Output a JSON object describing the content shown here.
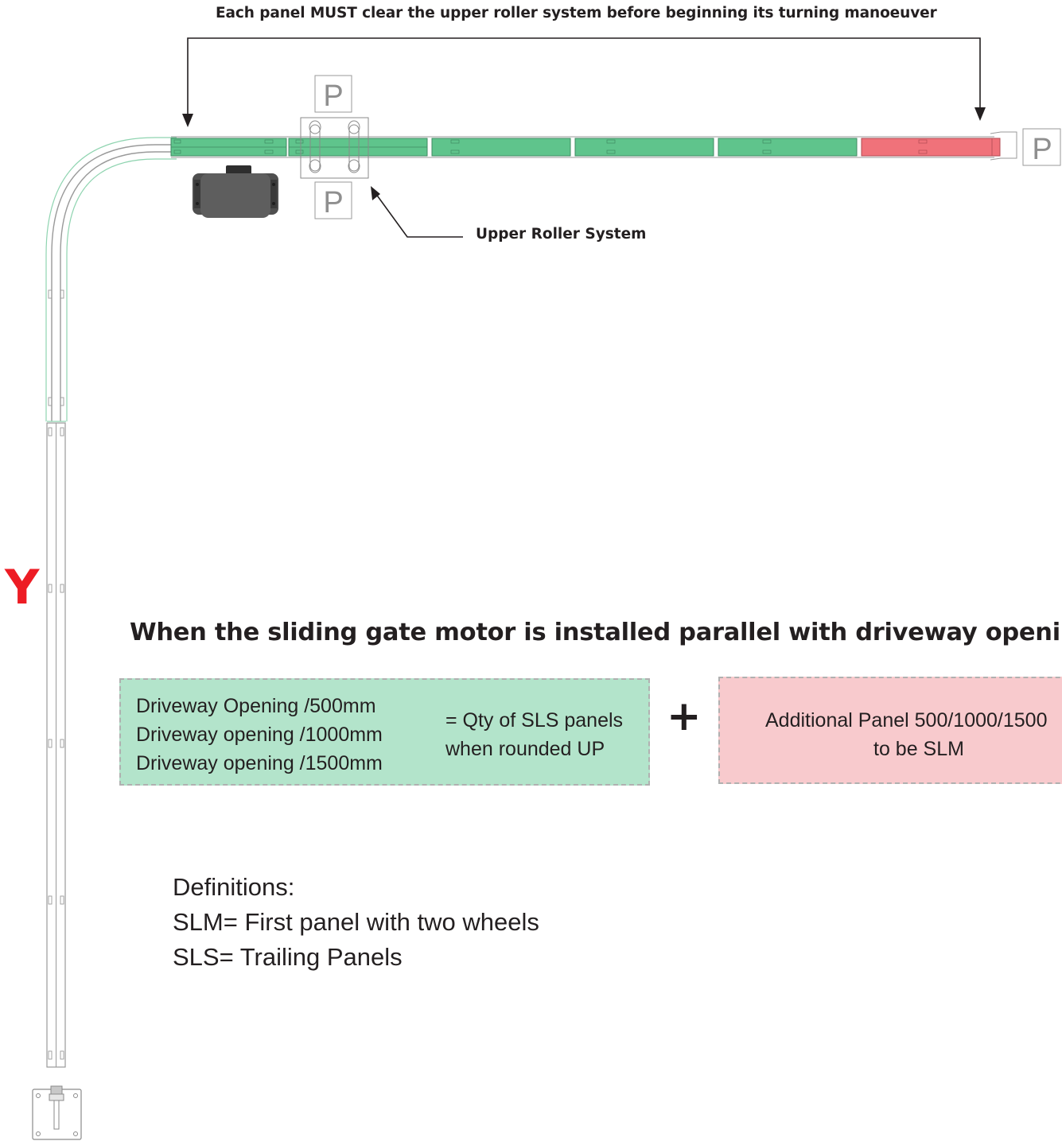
{
  "top_caption": "Each panel MUST clear the upper roller system before beginning its turning manoeuver",
  "roller_label": "Upper Roller System",
  "p_label": "P",
  "y_label": "Y",
  "heading": "When the sliding gate motor is installed parallel with driveway opening",
  "formula": {
    "left_lines": [
      "Driveway Opening /500mm",
      "Driveway opening /1000mm",
      "Driveway opening /1500mm"
    ],
    "result_lines": [
      "= Qty of SLS panels",
      "when rounded UP"
    ],
    "plus": "+",
    "additional_lines": [
      "Additional Panel 500/1000/1500",
      "to be SLM"
    ]
  },
  "definitions": {
    "title": "Definitions:",
    "items": [
      "SLM= First panel with two wheels",
      "SLS= Trailing Panels"
    ]
  },
  "colors": {
    "panel_green": "#5fc48c",
    "panel_red": "#f0727a",
    "box_green": "#b3e4cb",
    "box_pink": "#f8cacd",
    "accent_red": "#ed1c24",
    "track_grey": "#9a9a9a",
    "motor_grey": "#5a5a5a"
  }
}
